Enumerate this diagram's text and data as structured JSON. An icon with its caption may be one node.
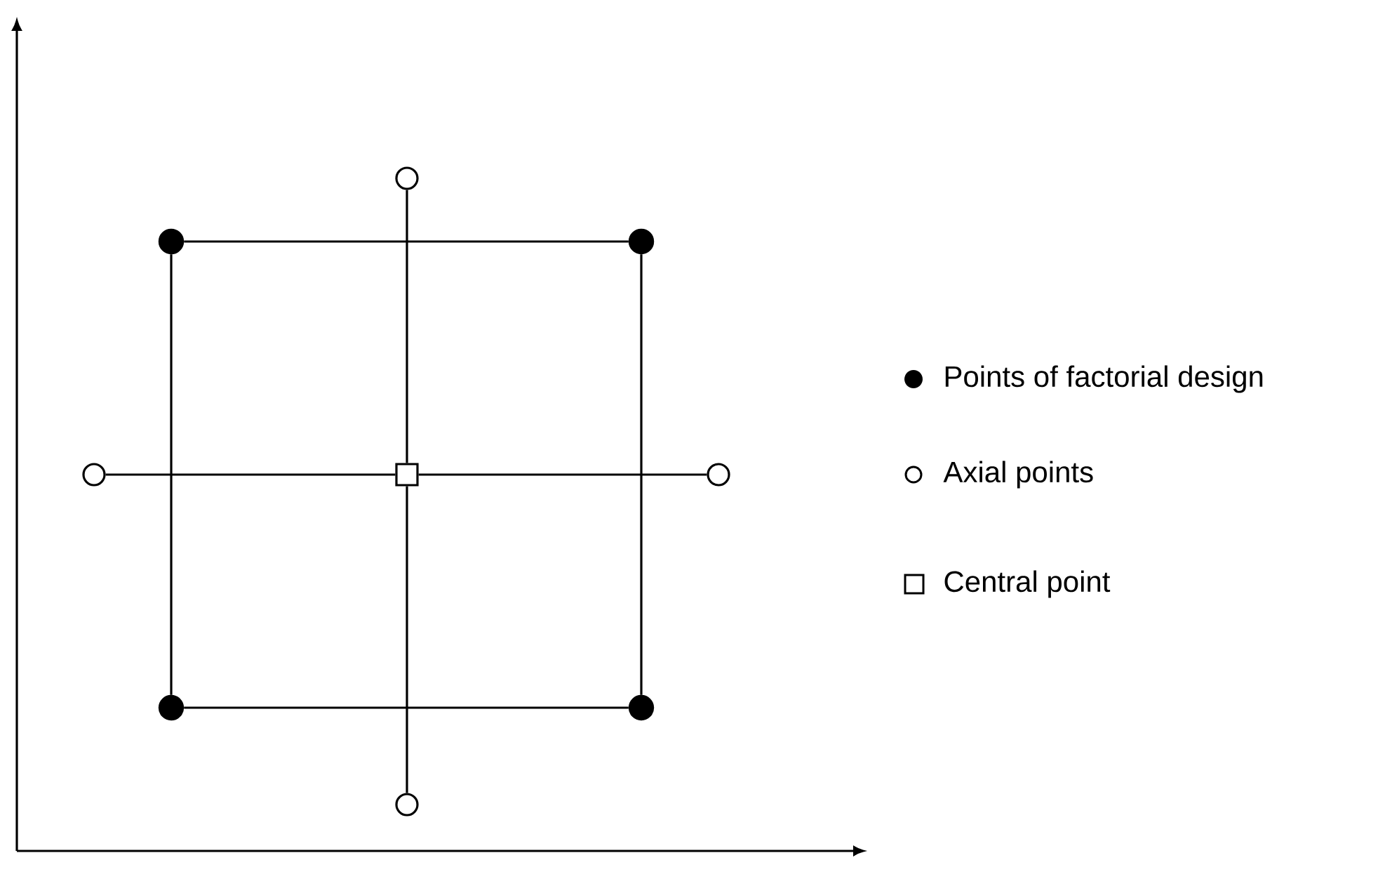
{
  "diagram": {
    "nodes": [
      {
        "text": [],
        "shape": "circle"
      },
      {
        "text": [],
        "shape": "dot"
      },
      {
        "text": [],
        "shape": "dot"
      },
      {
        "text": [],
        "shape": "circle"
      },
      {
        "text": [],
        "shape": "box"
      },
      {
        "text": [],
        "shape": "circle"
      },
      {
        "text": [],
        "shape": "dot"
      },
      {
        "text": [],
        "shape": "dot"
      },
      {
        "text": [],
        "shape": "circle"
      }
    ],
    "edges": [
      {
        "from": 1,
        "to": 2,
        "arrow": "none"
      },
      {
        "from": 1,
        "to": 6,
        "arrow": "none"
      },
      {
        "from": 2,
        "to": 7,
        "arrow": "none"
      },
      {
        "from": 6,
        "to": 7,
        "arrow": "none"
      },
      {
        "from": 3,
        "to": 4,
        "arrow": "none"
      },
      {
        "from": 4,
        "to": 5,
        "arrow": "none"
      },
      {
        "from": 0,
        "to": 4,
        "arrow": "none"
      },
      {
        "from": 4,
        "to": 8,
        "arrow": "none"
      }
    ],
    "legend": [
      {
        "text": "Points of factorial design"
      },
      {
        "text": "Axial points"
      },
      {
        "text": "Central point"
      }
    ]
  }
}
